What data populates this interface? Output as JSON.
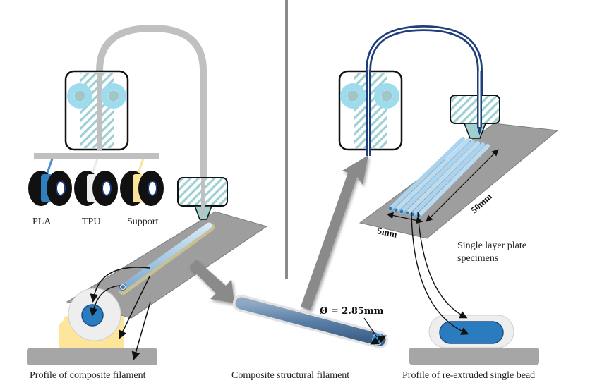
{
  "diagram": {
    "title": "Composite filament fabrication and re-extrusion process",
    "left_panel": {
      "spools": [
        {
          "label": "PLA",
          "color": "#2f7fc1"
        },
        {
          "label": "TPU",
          "color": "#eeeeee"
        },
        {
          "label": "Support",
          "color": "#fce49a"
        }
      ],
      "caption": "Profile of composite filament"
    },
    "middle": {
      "caption": "Composite structural filament",
      "diameter_label": "Ø = 2.85mm"
    },
    "right_panel": {
      "length_label": "50mm",
      "width_label": "5mm",
      "specimen_label_line1": "Single layer plate",
      "specimen_label_line2": "specimens",
      "caption": "Profile of re-extruded single bead"
    },
    "colors": {
      "core_blue": "#2b7bbf",
      "light_blue": "#9ddcef",
      "hatch": "#9dcfd3",
      "plate_gray": "#9e9e9e",
      "tube_gray": "#c0c0c0",
      "support_yellow": "#fde59b",
      "shell_white": "#eeeeee",
      "tube_navy": "#1f3f7a"
    }
  }
}
